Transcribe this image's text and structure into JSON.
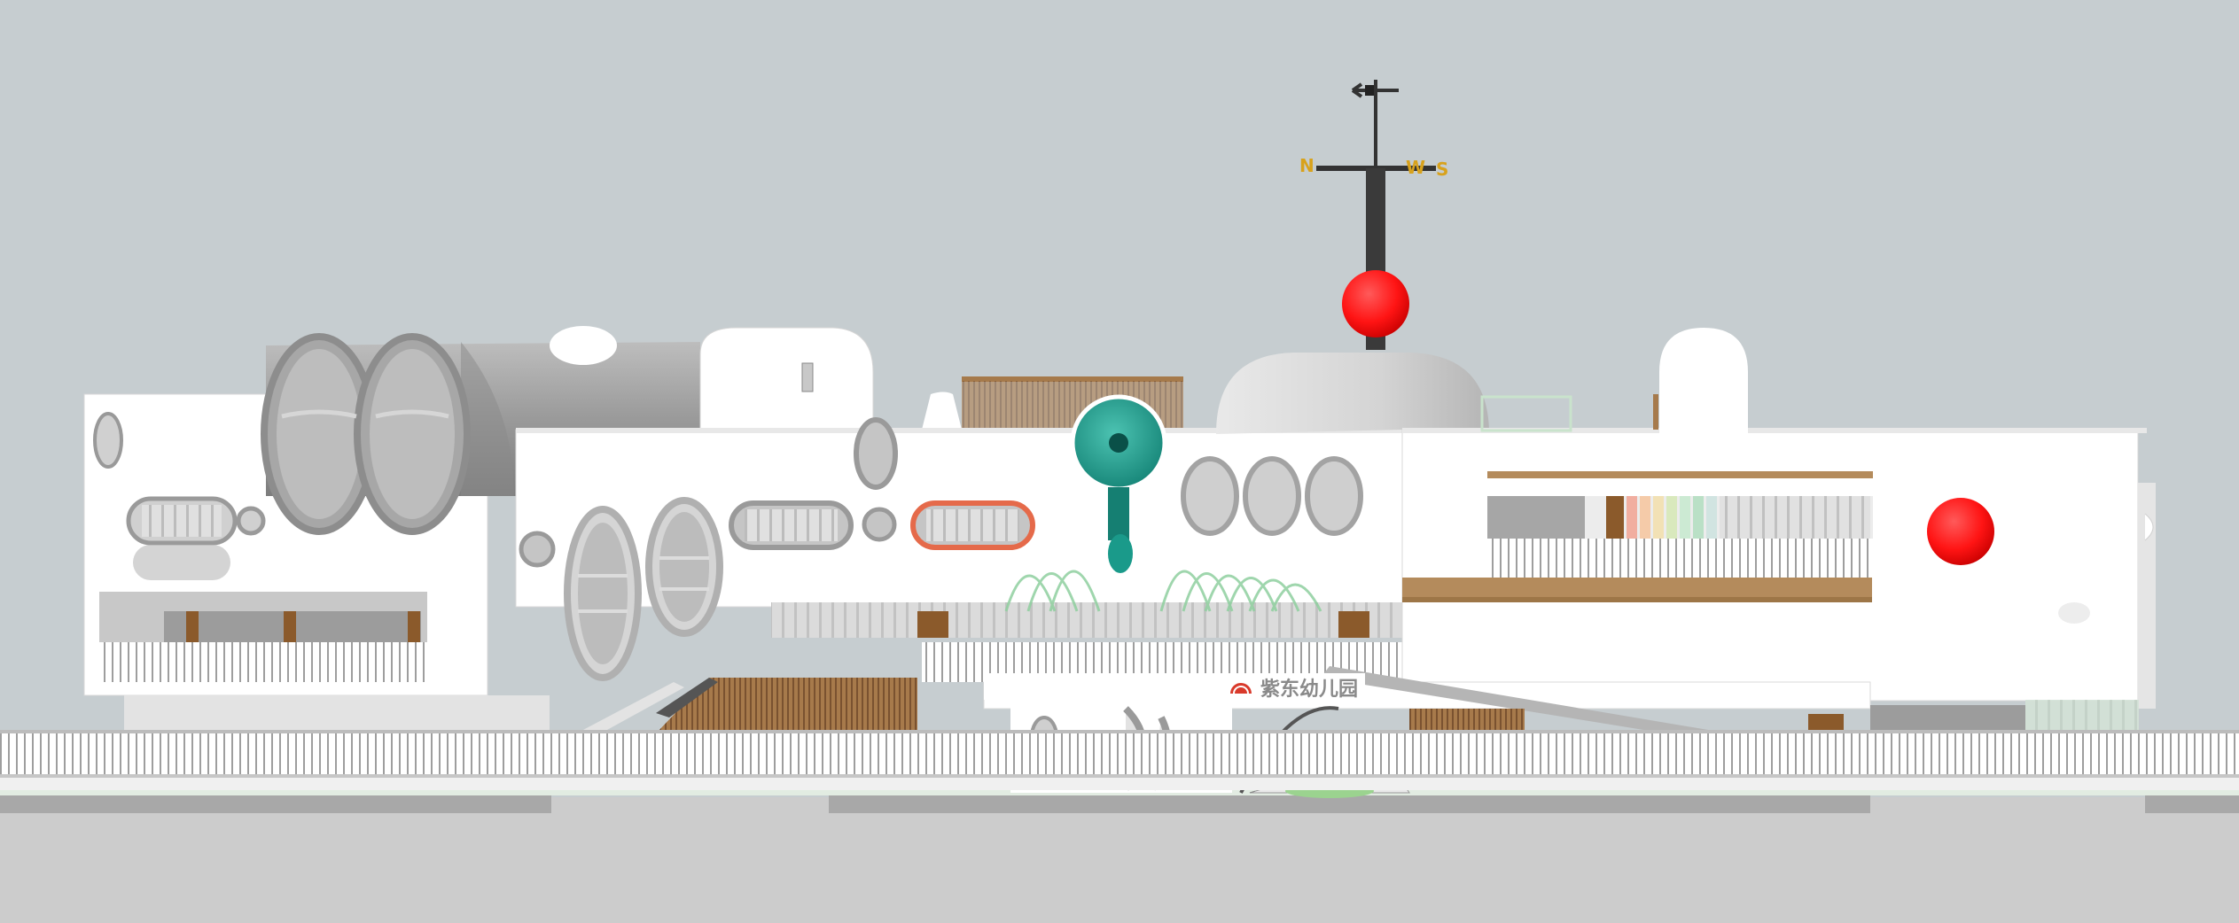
{
  "scene": {
    "sign": "紫东幼儿园",
    "compass": {
      "north": "N",
      "south": "S",
      "west": "W"
    }
  },
  "colors": {
    "sky": "#c6cdd0",
    "ground": "#cccccc",
    "wall": "#ffffff",
    "accent_red": "#ff1f1f",
    "accent_teal": "#1a9a8a",
    "wood": "#9b6a40"
  },
  "icons": [
    "weather-vane-icon",
    "sign-logo-icon"
  ]
}
